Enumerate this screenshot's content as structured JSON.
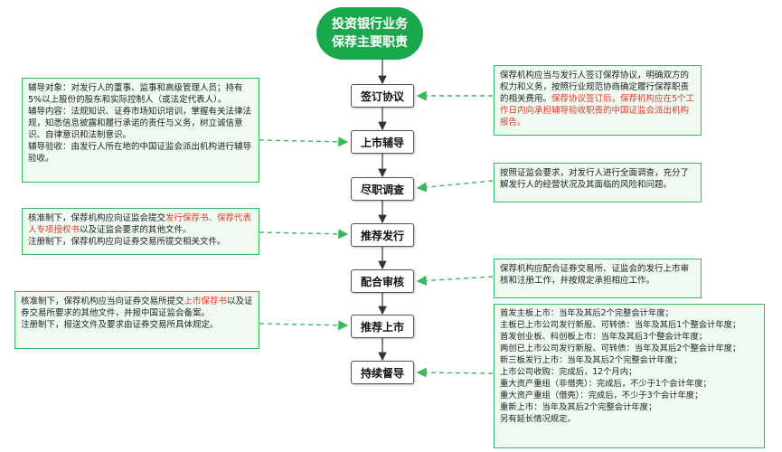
{
  "title": {
    "line1": "投资银行业务",
    "line2": "保荐主要职责"
  },
  "colors": {
    "accent": "#19a94c",
    "note_border": "#3cb95f",
    "note_bg": "#effaf1",
    "highlight": "#e0392a",
    "step_border": "#555555"
  },
  "steps": [
    {
      "label": "签订协议"
    },
    {
      "label": "上市辅导"
    },
    {
      "label": "尽职调查"
    },
    {
      "label": "推荐发行"
    },
    {
      "label": "配合审核"
    },
    {
      "label": "推荐上市"
    },
    {
      "label": "持续督导"
    }
  ],
  "notes": {
    "agreement": {
      "t1": "保荐机构应当与发行人签订保荐协议，明确双方的权力和义务，按照行业规范协商确定履行保荐职责的相关费用。",
      "t2": "保荐协议签订后，保荐机构应在5个工作日内向承担辅导验收职责的中国证监会派出机构报告。"
    },
    "tutoring": {
      "l1": "辅导对象：对发行人的董事、监事和高级管理人员；持有5%以上股份的股东和实际控制人（或法定代表人）。",
      "l2": "辅导内容：法规知识、证券市场知识培训，掌握有关法律法规，知悉信息披露和履行承诺的责任与义务，树立诚信意识、自律意识和法制意识。",
      "l3": "辅导验收：由发行人所在地的中国证监会派出机构进行辅导验收。"
    },
    "due_diligence": {
      "t1": "按照证监会要求，对发行人进行全面调查，充分了解发行人的经营状况及其面临的风险和问题。"
    },
    "issuance": {
      "l1a": "核准制下，保荐机构应向证监会提交",
      "l1b": "发行保荐书、保荐代表人专项授权书",
      "l1c": "以及证监会要求的其他文件。",
      "l2": "注册制下，保荐机构应向证券交易所提交相关文件。"
    },
    "review": {
      "t1": "保荐机构应配合证券交易所、证监会的发行上市审核和注册工作，并按规定承担相应工作。"
    },
    "listing": {
      "l1a": "核准制下，保荐机构应当向证券交易所提交",
      "l1b": "上市保荐书",
      "l1c": "以及证券交易所要求的其他文件，并报中国证监会备案。",
      "l2": "注册制下，报送文件及要求由证券交易所具体规定。"
    },
    "supervision": [
      "首发主板上市：当年及其后2个完整会计年度；",
      "主板已上市公司发行新股、可转债：当年及其后1个整会计年度；",
      "首发创业板、科创板上市：当年及其后3个整会计年度；",
      "两创已上市公司发行新股、可转债：当年及其后2个整会计年度；",
      "新三板发行上市：当年及其后2个完整会计年度；",
      "上市公司收购：完成后，12个月内；",
      "重大资产重组（非借壳）：完成后，不少于1个会计年度；",
      "重大资产重组（借壳）：完成后，不少于3个会计年度；",
      "重新上市：当年及其后2个完整会计年度；",
      "另有延长情况规定。"
    ]
  }
}
